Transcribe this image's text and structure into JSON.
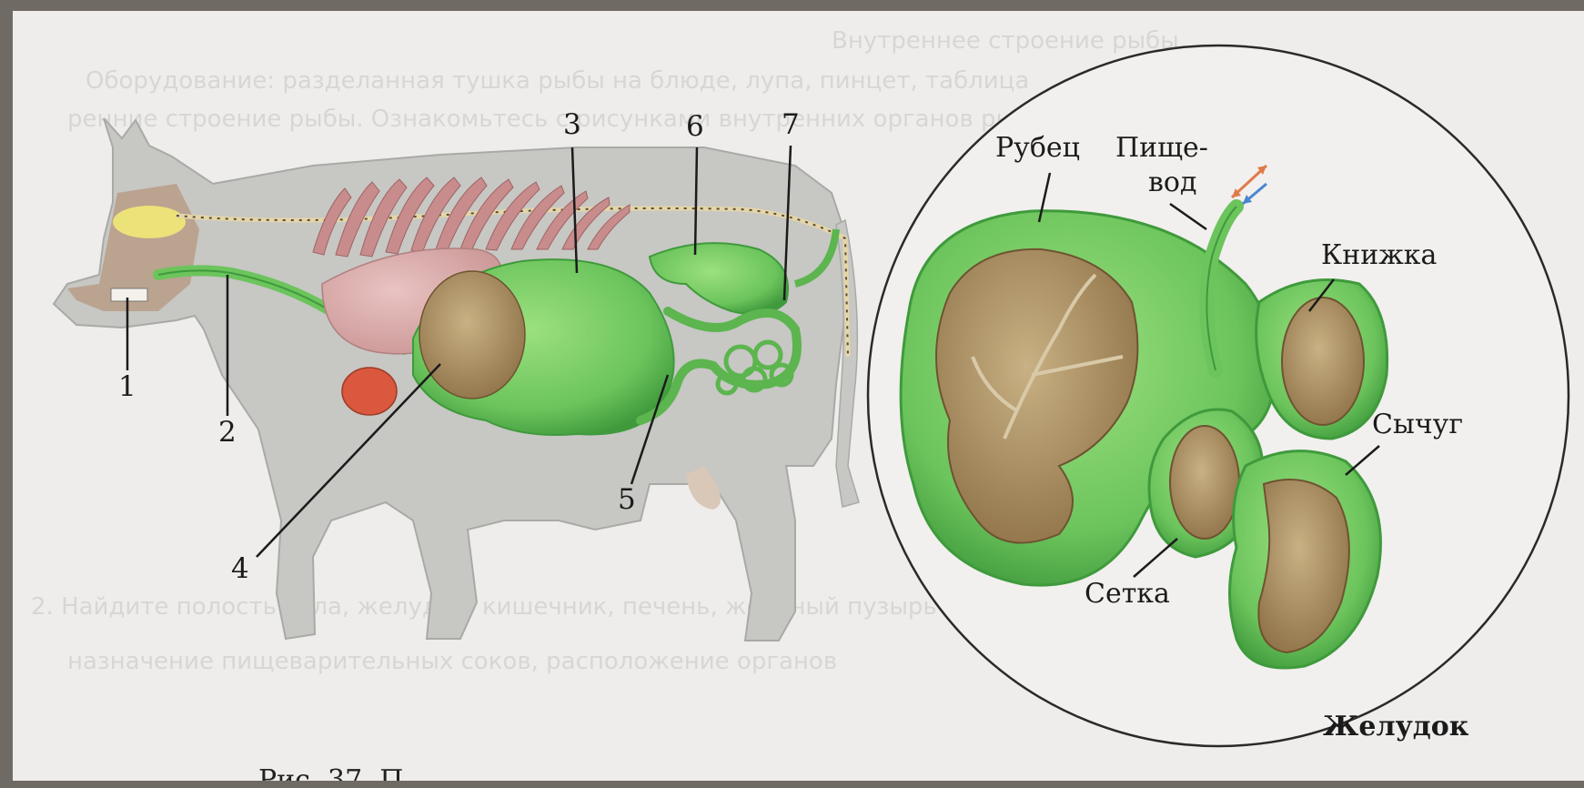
{
  "animal_labels": [
    "1",
    "2",
    "3",
    "4",
    "5",
    "6",
    "7"
  ],
  "stomach_labels": {
    "rubets": "Рубец",
    "pishchevod_line1": "Пище-",
    "pishchevod_line2": "вод",
    "knizhka": "Книжка",
    "sychug": "Сычуг",
    "setka": "Сетка"
  },
  "stomach_caption": "Желудок",
  "figure_caption": "Рис. 37. П",
  "colors": {
    "organ_green": "#7ccf6a",
    "organ_green_dark": "#3f9a3c",
    "rubbed_brown": "#b49a6a",
    "body_gray": "#c9c9c7",
    "liver_pink": "#d8a9a8",
    "spleen_red": "#d9583e",
    "brain_yellow": "#e8e07a"
  }
}
